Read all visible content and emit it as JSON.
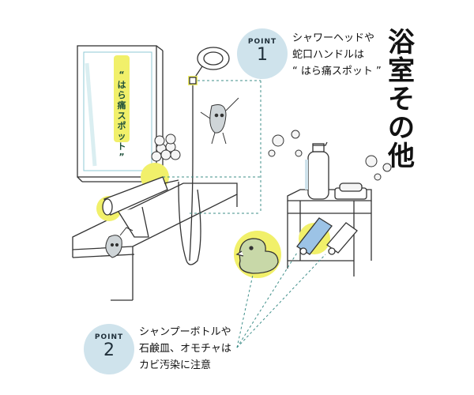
{
  "title": "浴室その他",
  "point1": {
    "label": "POINT",
    "number": "1",
    "lines": [
      "シャワーヘッドや",
      "蛇口ハンドルは",
      "“ はら痛スポット ”"
    ]
  },
  "point2": {
    "label": "POINT",
    "number": "2",
    "lines": [
      "シャンプーボトルや",
      "石鹸皿、オモチャは",
      "カビ汚染に注意"
    ]
  },
  "mirror_label": "“はら痛スポット”",
  "colors": {
    "highlight": "#f1f06a",
    "badge": "#cfe3ec",
    "dashed": "#3f8f8a",
    "line": "#333333"
  }
}
